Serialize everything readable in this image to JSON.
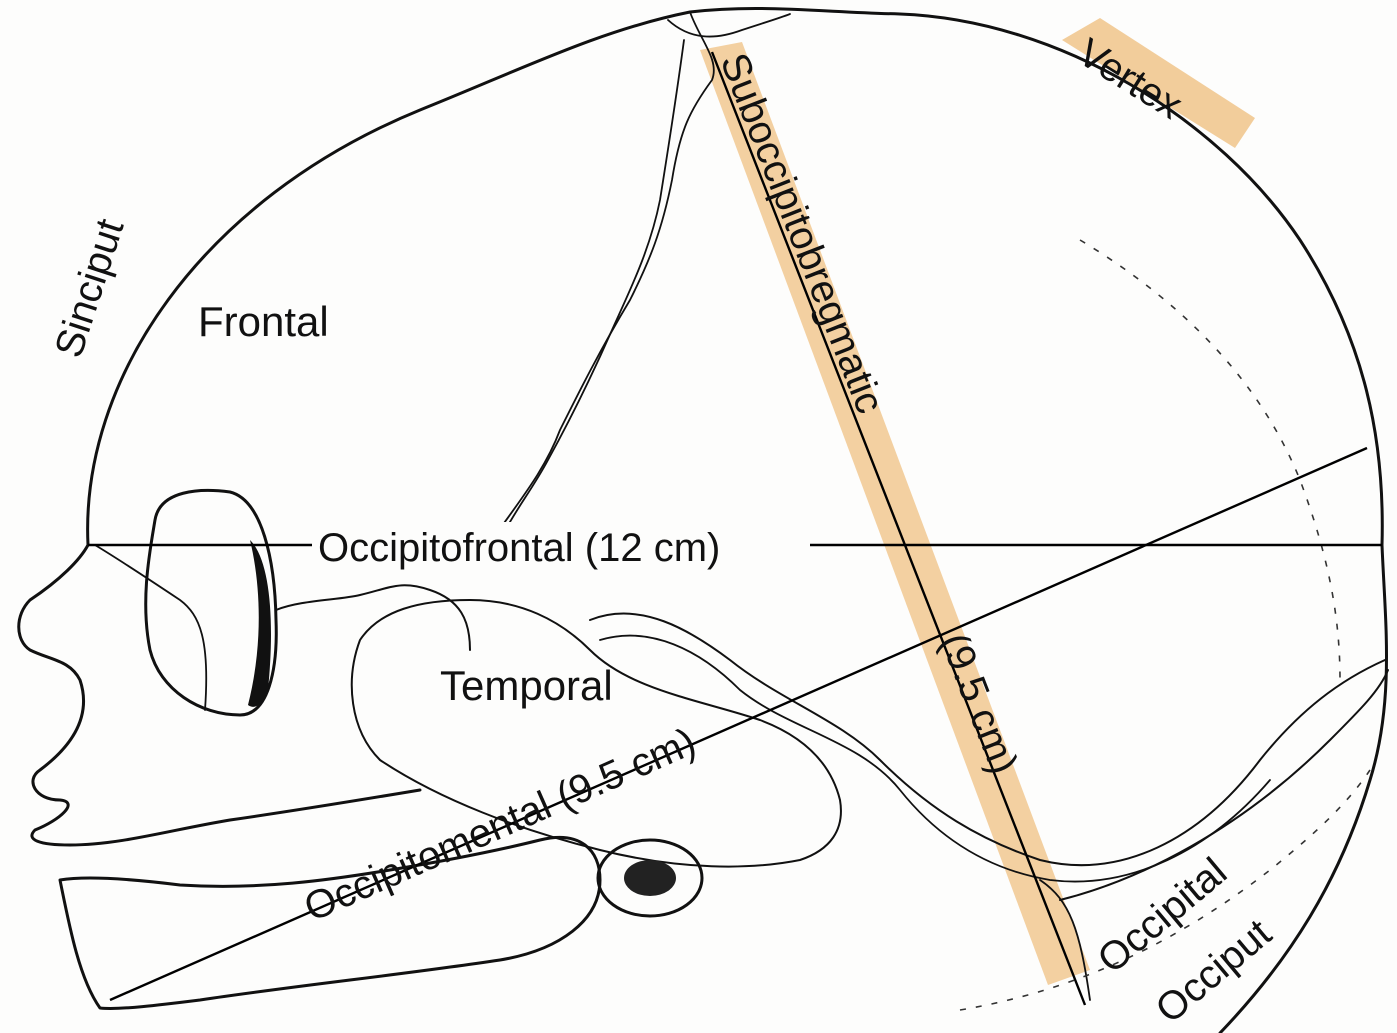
{
  "diagram": {
    "highlight_color": "#f0c48a",
    "ink_color": "#111111",
    "labels": {
      "sinciput": "Sinciput",
      "frontal": "Frontal",
      "vertex": "Vertex",
      "suboccipitobregmatic": "Suboccipitobregmatic",
      "suboccipitobregmatic_measure": "(9.5 cm)",
      "occipitofrontal": "Occipitofrontal (12 cm)",
      "temporal": "Temporal",
      "occipitomental": "Occipitomental (9.5 cm)",
      "occipital": "Occipital",
      "occiput": "Occiput"
    }
  }
}
